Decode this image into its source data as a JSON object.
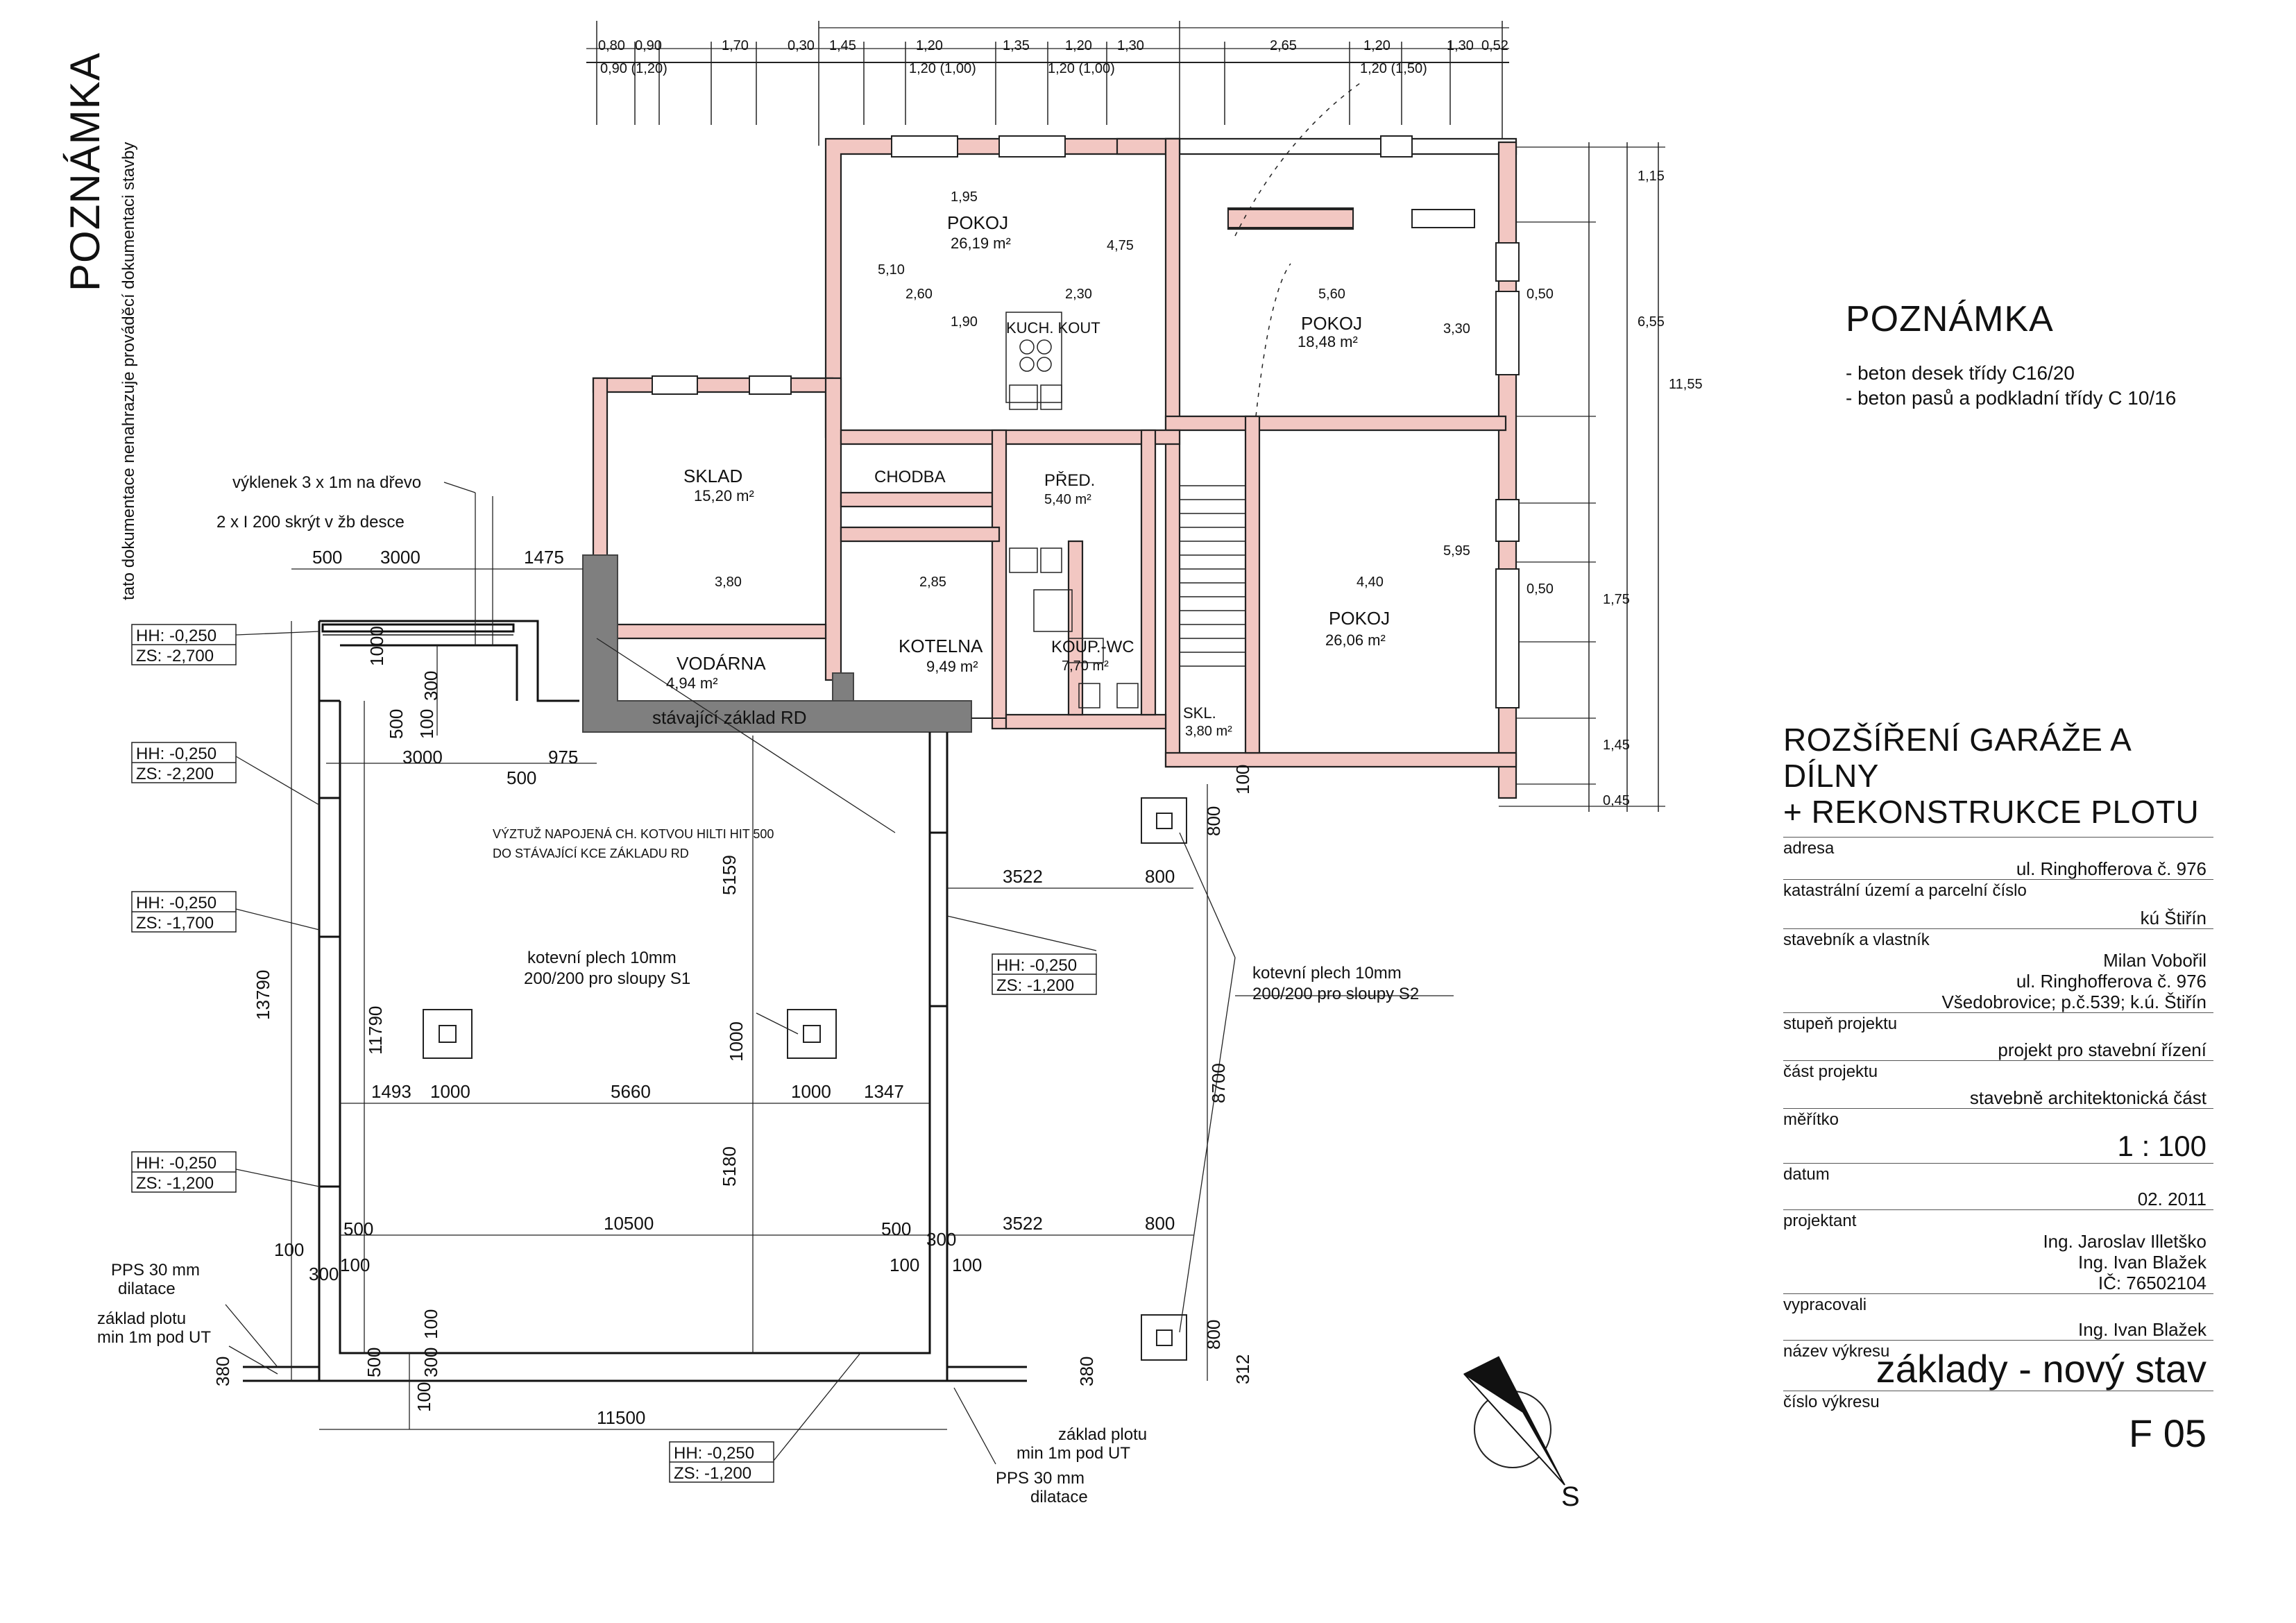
{
  "notes": {
    "vertical_title": "POZNÁMKA",
    "vertical_sub": "tato dokumentace nenahrazuje prováděcí dokumentaci stavby",
    "title": "POZNÁMKA",
    "lines": [
      "- beton desek třídy C16/20",
      "- beton pasů a podkladní třídy C 10/16"
    ]
  },
  "title_block": {
    "project_title_line1": "ROZŠÍŘENÍ GARÁŽE A DÍLNY",
    "project_title_line2": "+ REKONSTRUKCE PLOTU",
    "adresa_label": "adresa",
    "adresa_value": "ul. Ringhofferova č. 976",
    "katastr_label": "katastrální území a parcelní číslo",
    "katastr_value": "kú Štiřín",
    "stavebnik_label": "stavebník a vlastník",
    "stavebnik_lines": [
      "Milan Vobořil",
      "ul. Ringhofferova č. 976",
      "Všedobrovice; p.č.539; k.ú. Štiřín"
    ],
    "stupen_label": "stupeň projektu",
    "stupen_value": "projekt pro stavební řízení",
    "cast_label": "část projektu",
    "cast_value": "stavebně architektonická část",
    "meritko_label": "měřítko",
    "meritko_value": "1 : 100",
    "datum_label": "datum",
    "datum_value": "02. 2011",
    "projektant_label": "projektant",
    "projektant_lines": [
      "Ing. Jaroslav Illetško",
      "Ing. Ivan Blažek",
      "IČ: 76502104"
    ],
    "vypracovali_label": "vypracovali",
    "vypracovali_value": "Ing. Ivan Blažek",
    "nazev_label": "název výkresu",
    "nazev_value": "základy - nový stav",
    "cislo_label": "číslo výkresu",
    "cislo_value": "F 05"
  },
  "plan": {
    "rooms": {
      "pokoj1": "POKOJ",
      "pokoj1_area": "26,19 m²",
      "pokoj2": "POKOJ",
      "pokoj2_area": "18,48 m²",
      "pokoj3": "POKOJ",
      "pokoj3_area": "26,06 m²",
      "kuch": "KUCH. KOUT",
      "sklad": "SKLAD",
      "sklad_area": "15,20 m²",
      "chodba": "CHODBA",
      "pred": "PŘED.",
      "pred_area": "5,40 m²",
      "kotelna": "KOTELNA",
      "kotelna_area": "9,49 m²",
      "vodarna": "VODÁRNA",
      "vodarna_area": "4,94 m²",
      "koupwc": "KOUP.-WC",
      "koupwc_area": "7,70 m²",
      "skl": "SKL.",
      "skl_area": "3,80 m²"
    },
    "labels": {
      "vyklenek": "výklenek 3 x 1m na dřevo",
      "ibeams": "2 x I 200 skrýt v žb desce",
      "stavajici": "stávající základ RD",
      "vyztuz1": "VÝZTUŽ NAPOJENÁ CH. KOTVOU HILTI HIT 500",
      "vyztuz2": "DO STÁVAJÍCÍ KCE ZÁKLADU RD",
      "kotevni_s1_1": "kotevní plech 10mm",
      "kotevni_s1_2": "200/200 pro sloupy S1",
      "kotevni_s2_1": "kotevní plech 10mm",
      "kotevni_s2_2": "200/200 pro sloupy S2",
      "pps1": "PPS 30 mm",
      "pps2": "dilatace",
      "zaklad_plotu1": "základ plotu",
      "zaklad_plotu2": "min 1m pod UT",
      "pps_b1": "PPS 30 mm",
      "pps_b2": "dilatace",
      "zaklad_b1": "základ plotu",
      "zaklad_b2": "min 1m pod UT",
      "north": "S"
    },
    "levels": [
      {
        "hh": "HH: -0,250",
        "zs": "ZS: -2,700"
      },
      {
        "hh": "HH: -0,250",
        "zs": "ZS: -2,200"
      },
      {
        "hh": "HH: -0,250",
        "zs": "ZS: -1,700"
      },
      {
        "hh": "HH: -0,250",
        "zs": "ZS: -1,200"
      },
      {
        "hh": "HH: -0,250",
        "zs": "ZS: -1,200"
      },
      {
        "hh": "HH: -0,250",
        "zs": "ZS: -1,200"
      }
    ],
    "dims": {
      "d500a": "500",
      "d3000a": "3000",
      "d1475": "1475",
      "d3000b": "3000",
      "d500b": "500",
      "d975": "975",
      "d1000a": "1000",
      "d300a": "300",
      "d500c": "500",
      "d100a": "100",
      "d13790": "13790",
      "d11790": "11790",
      "d5159": "5159",
      "d5180": "5180",
      "d1000b": "1000",
      "d1493": "1493",
      "d1000c": "1000",
      "d5660": "5660",
      "d1000d": "1000",
      "d1347": "1347",
      "d10500": "10500",
      "d500d": "500",
      "d500e": "500",
      "d100b": "100",
      "d300b": "300",
      "d100c": "100",
      "d100d": "100",
      "d300c": "300",
      "d100e": "100",
      "d3522a": "3522",
      "d800a": "800",
      "d3522b": "3522",
      "d800b": "800",
      "d800c": "800",
      "d100f": "100",
      "d8700": "8700",
      "d800d": "800",
      "d312": "312",
      "d11500": "11500",
      "d380a": "380",
      "d380b": "380",
      "d500f": "500",
      "d100g": "100",
      "d300d": "300",
      "d100h": "100",
      "t1": "0,80",
      "t2": "0,90",
      "t3": "1,70",
      "t4": "0,30",
      "t5": "1,45",
      "t6": "1,20",
      "t7": "1,35",
      "t8": "1,20",
      "t9": "1,30",
      "t10": "2,65",
      "t11": "1,20",
      "t12": "1,30",
      "t13": "0,52",
      "t14": "1,20 (1,00)",
      "t15": "1,20 (1,00)",
      "t16": "1,20 (1,50)",
      "t17": "0,90 (1,20)",
      "r1": "1,15",
      "r2": "6,55",
      "r3": "11,55",
      "r4": "1,75",
      "r5": "1,45",
      "r6": "0,45",
      "i1": "2,60",
      "i2": "2,30",
      "i3": "5,60",
      "i4": "3,80",
      "i5": "2,85",
      "i6": "4,40",
      "i7": "3,30",
      "i8": "5,95",
      "i9": "0,50",
      "i10": "0,50",
      "i11": "0,30",
      "i12": "5,10",
      "i13": "4,75",
      "i14": "1,95",
      "i15": "1,90"
    }
  }
}
